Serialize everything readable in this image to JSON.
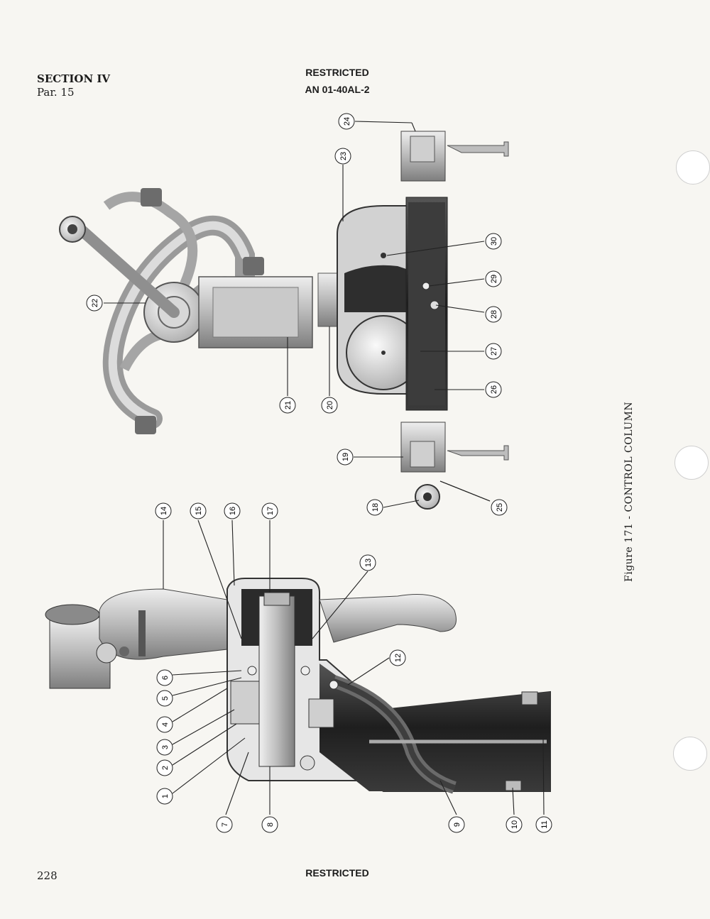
{
  "header": {
    "section": "SECTION IV",
    "paragraph": "Par. 15",
    "classification": "RESTRICTED",
    "document_number": "AN 01-40AL-2"
  },
  "figure": {
    "caption": "Figure 171 - CONTROL COLUMN",
    "callouts": [
      "1",
      "2",
      "3",
      "4",
      "5",
      "6",
      "7",
      "8",
      "9",
      "10",
      "11",
      "12",
      "13",
      "14",
      "15",
      "16",
      "17",
      "18",
      "19",
      "20",
      "21",
      "22",
      "23",
      "24",
      "25",
      "26",
      "27",
      "28",
      "29",
      "30"
    ]
  },
  "footer": {
    "page_number": "228",
    "classification": "RESTRICTED"
  }
}
